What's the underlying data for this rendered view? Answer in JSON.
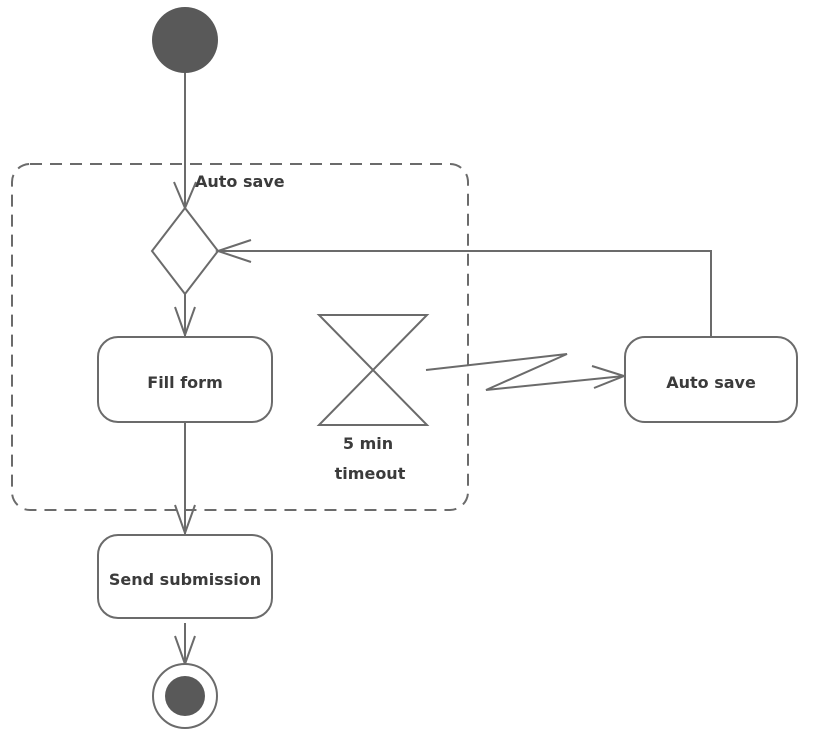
{
  "diagram": {
    "type": "UML activity diagram",
    "region": {
      "label": "Auto save",
      "kind": "interruptible-activity-region"
    },
    "nodes": {
      "initial": {
        "kind": "initial-node"
      },
      "decision": {
        "kind": "merge-node"
      },
      "fill_form": {
        "kind": "action",
        "label": "Fill form"
      },
      "timer": {
        "kind": "accept-time-event",
        "label_line1": "5 min",
        "label_line2": "timeout"
      },
      "auto_save": {
        "kind": "action",
        "label": "Auto save"
      },
      "send_submission": {
        "kind": "action",
        "label": "Send submission"
      },
      "final": {
        "kind": "activity-final-node"
      }
    },
    "edges": [
      {
        "from": "initial",
        "to": "decision"
      },
      {
        "from": "decision",
        "to": "fill_form"
      },
      {
        "from": "fill_form",
        "to": "send_submission"
      },
      {
        "from": "timer",
        "to": "auto_save",
        "style": "interrupting-edge"
      },
      {
        "from": "auto_save",
        "to": "decision"
      },
      {
        "from": "send_submission",
        "to": "final"
      }
    ],
    "colors": {
      "stroke": "#6b6b6b",
      "node_fill": "#595959",
      "text": "#3b3b3b"
    }
  }
}
